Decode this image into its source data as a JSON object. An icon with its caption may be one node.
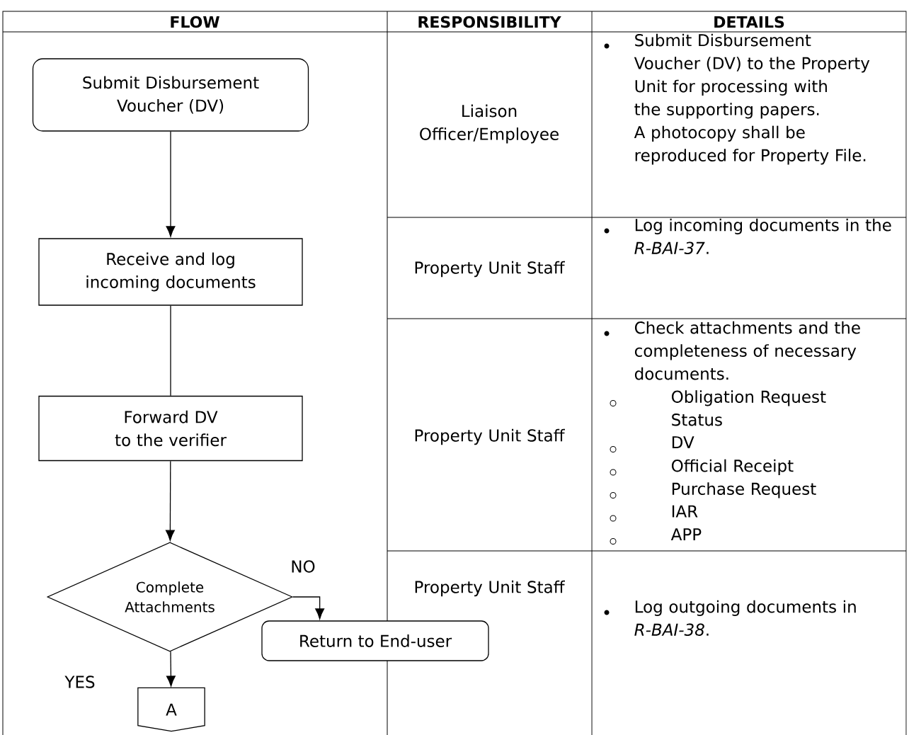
{
  "diagram": {
    "nodes": [
      {
        "text": [
          "Submit Disbursement Voucher (DV)"
        ]
      },
      {
        "text": [
          "Receive and log incoming documents"
        ]
      },
      {
        "text": [
          "Forward DV to the verifier"
        ]
      },
      {
        "text": [
          "Complete Attachments"
        ]
      },
      {
        "text": [
          "Return to End-user"
        ]
      },
      {
        "text": [
          "A"
        ]
      }
    ],
    "edges": [
      {
        "from": 0,
        "to": 1,
        "arrow": "to"
      },
      {
        "from": 1,
        "to": 2,
        "arrow": "none"
      },
      {
        "from": 2,
        "to": 3,
        "arrow": "to"
      },
      {
        "from": 3,
        "to": 4,
        "arrow": "to",
        "label": "NO"
      },
      {
        "from": 3,
        "to": 5,
        "arrow": "to",
        "label": "YES"
      }
    ],
    "labels": [
      "FLOW",
      "RESPONSIBILITY",
      "DETAILS",
      "Liaison Officer/Employee",
      "Submit Disbursement Voucher (DV) to the Property Unit for processing with the supporting papers. A photocopy shall be reproduced for Property File.",
      "Property Unit Staff",
      "Log incoming documents in the *R-BAI-37*.",
      "Property Unit Staff",
      "Check attachments and the completeness of necessary documents.",
      "Obligation Request Status",
      "DV",
      "Official Receipt",
      "Purchase Request",
      "IAR",
      "APP",
      "Property Unit Staff",
      "Log outgoing documents in *R-BAI-38*."
    ]
  }
}
